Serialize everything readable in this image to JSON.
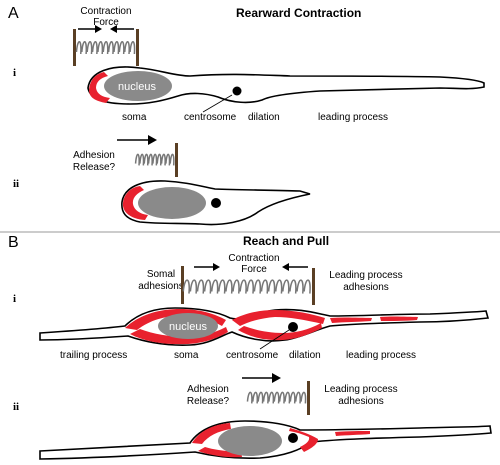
{
  "colors": {
    "membrane": "#000000",
    "adhesion": "#e8212e",
    "nucleus": "#8a8a8a",
    "spring": "#777777",
    "post": "#5a3f24",
    "arrow": "#000000",
    "divider": "#9a9a9a"
  },
  "panel_a": {
    "letter": "A",
    "title": "Rearward Contraction",
    "step_i": {
      "numeral": "i",
      "force_label_line1": "Contraction",
      "force_label_line2": "Force",
      "nucleus_label": "nucleus",
      "soma_label": "soma",
      "centrosome_label": "centrosome",
      "dilation_label": "dilation",
      "leading_label": "leading process"
    },
    "step_ii": {
      "numeral": "ii",
      "release_line1": "Adhesion",
      "release_line2": "Release?"
    }
  },
  "panel_b": {
    "letter": "B",
    "title": "Reach and Pull",
    "step_i": {
      "numeral": "i",
      "somal_line1": "Somal",
      "somal_line2": "adhesions",
      "force_label_line1": "Contraction",
      "force_label_line2": "Force",
      "lp_adh_line1": "Leading process",
      "lp_adh_line2": "adhesions",
      "nucleus_label": "nucleus",
      "trailing_label": "trailing process",
      "soma_label": "soma",
      "centrosome_label": "centrosome",
      "dilation_label": "dilation",
      "leading_label": "leading process"
    },
    "step_ii": {
      "numeral": "ii",
      "release_line1": "Adhesion",
      "release_line2": "Release?",
      "lp_adh_line1": "Leading process",
      "lp_adh_line2": "adhesions"
    }
  }
}
